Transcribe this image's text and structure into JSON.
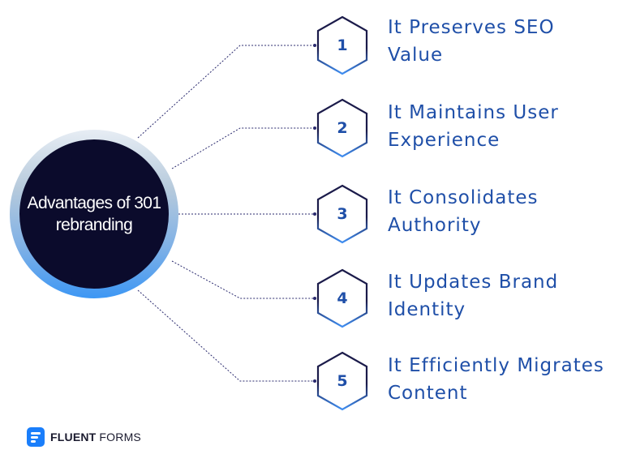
{
  "center": {
    "label": "Advantages of 301 rebranding"
  },
  "items": [
    {
      "number": "1",
      "label": "It Preserves SEO Value"
    },
    {
      "number": "2",
      "label": "It Maintains User Experience"
    },
    {
      "number": "3",
      "label": "It Consolidates Authority"
    },
    {
      "number": "4",
      "label": "It Updates Brand Identity"
    },
    {
      "number": "5",
      "label": "It Efficiently Migrates Content"
    }
  ],
  "brand": {
    "bold": "FLUENT",
    "light": "FORMS",
    "icon": "fluent-forms-logo-icon"
  },
  "colors": {
    "accent": "#1f4fa8",
    "hexagon_stroke": "#1b1b4a",
    "hexagon_accent": "#3f8ef2",
    "center_fill": "#0b0b2c",
    "connector": "#2a2a6e",
    "brand_blue": "#1a7efb"
  }
}
